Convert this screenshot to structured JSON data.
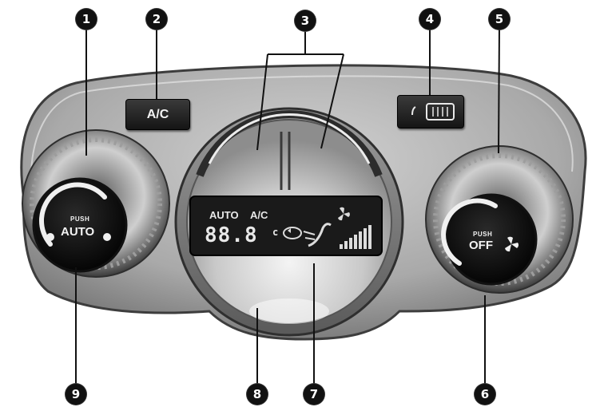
{
  "callouts": {
    "n1": "1",
    "n2": "2",
    "n3": "3",
    "n4": "4",
    "n5": "5",
    "n6": "6",
    "n7": "7",
    "n8": "8",
    "n9": "9"
  },
  "buttons": {
    "ac_label": "A/C",
    "defrost_icon": "rear-defrost-icon"
  },
  "left_knob": {
    "push_label": "PUSH",
    "mode_label": "AUTO"
  },
  "right_knob": {
    "push_label": "PUSH",
    "mode_label": "OFF",
    "icon": "fan-icon"
  },
  "display": {
    "auto_label": "AUTO",
    "ac_label": "A/C",
    "temperature": "88.8",
    "unit": "c",
    "icons": [
      "recirculation-icon",
      "airflow-mode-icon",
      "fan-icon"
    ],
    "fan_bars": 7
  },
  "colors": {
    "panel": "#b3b3b3",
    "panel_dark": "#6a6a6a",
    "lcd": "#1a1a1a",
    "button": "#1e1e1e"
  }
}
